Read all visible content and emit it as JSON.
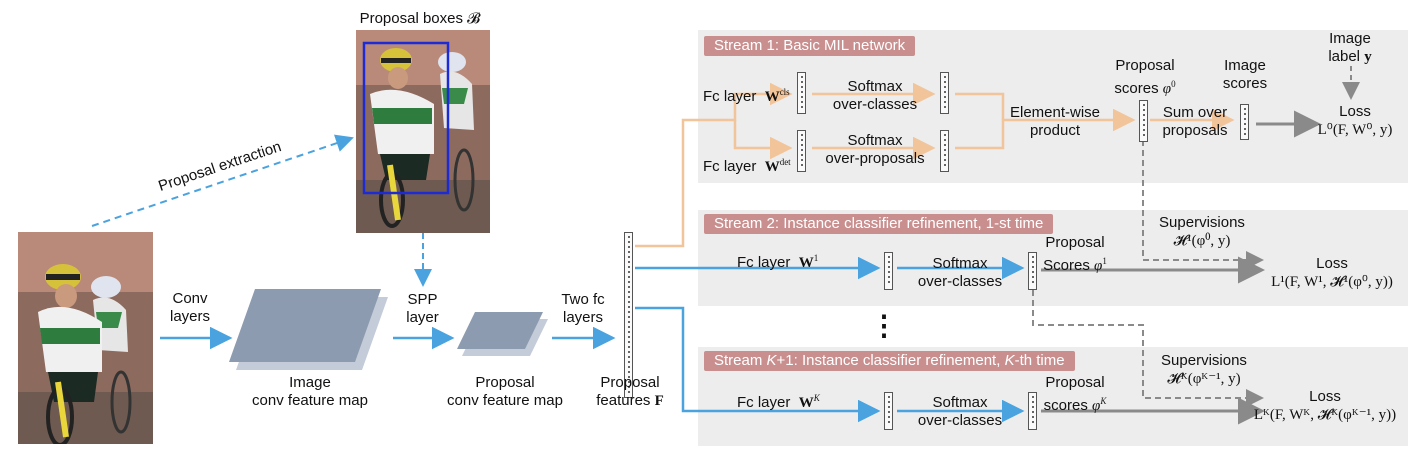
{
  "proposal_boxes_label": "Proposal boxes",
  "proposal_boxes_symbol": "𝓑",
  "proposal_extraction_label": "Proposal extraction",
  "conv_layers_label": [
    "Conv",
    "layers"
  ],
  "spp_layer_label": [
    "SPP",
    "layer"
  ],
  "two_fc_layers_label": [
    "Two fc",
    "layers"
  ],
  "image_conv_feature_map_label": [
    "Image",
    "conv feature map"
  ],
  "proposal_conv_feature_map_label": [
    "Proposal",
    "conv feature map"
  ],
  "proposal_features_label": [
    "Proposal",
    "features"
  ],
  "proposal_features_symbol": "F",
  "vdots": "⋮",
  "stream1": {
    "title": "Stream 1: Basic MIL network",
    "fc_layer": "Fc layer",
    "w_cls": "W",
    "w_cls_sup": "cls",
    "w_det": "W",
    "w_det_sup": "det",
    "softmax_classes": [
      "Softmax",
      "over-classes"
    ],
    "softmax_proposals": [
      "Softmax",
      "over-proposals"
    ],
    "elementwise": [
      "Element-wise",
      "product"
    ],
    "proposal_scores": [
      "Proposal",
      "scores"
    ],
    "proposal_scores_symbol": "φ",
    "proposal_scores_sup": "0",
    "sum_over": [
      "Sum over",
      "proposals"
    ],
    "image_scores": [
      "Image",
      "scores"
    ],
    "image_label": [
      "Image",
      "label"
    ],
    "image_label_symbol": "y",
    "loss": "Loss",
    "loss_formula": "L⁰(F, W⁰, y)"
  },
  "stream2": {
    "title": "Stream 2: Instance classifier refinement, 1-st time",
    "fc_layer": "Fc layer",
    "w": "W",
    "w_sup": "1",
    "softmax": [
      "Softmax",
      "over-classes"
    ],
    "proposal_scores": [
      "Proposal",
      "Scores"
    ],
    "proposal_scores_symbol": "φ",
    "proposal_scores_sup": "1",
    "supervisions": "Supervisions",
    "supervisions_formula": "𝓗¹(φ⁰, y)",
    "loss": "Loss",
    "loss_formula": "L¹(F, W¹, 𝓗¹(φ⁰, y))"
  },
  "streamK": {
    "title_parts": [
      "Stream ",
      "K",
      "+1: Instance classifier refinement, ",
      "K",
      "-th time"
    ],
    "fc_layer": "Fc layer",
    "w": "W",
    "w_sup": "K",
    "softmax": [
      "Softmax",
      "over-classes"
    ],
    "proposal_scores": [
      "Proposal",
      "scores"
    ],
    "proposal_scores_symbol": "φ",
    "proposal_scores_sup": "K",
    "supervisions": "Supervisions",
    "supervisions_formula": "𝓗ᴷ(φᴷ⁻¹, y)",
    "loss": "Loss",
    "loss_formula": "Lᴷ(F, Wᴷ, 𝓗ᴷ(φᴷ⁻¹, y))"
  },
  "colors": {
    "blue_arrow": "#4aa3df",
    "orange_arrow": "#f2c49a",
    "gray_arrow": "#8a8a8a",
    "panel": "#ededed",
    "stream_title_bg": "#c98f8f",
    "box_blue": "#1c2bd6",
    "feature_map": "#8c9bb0"
  }
}
